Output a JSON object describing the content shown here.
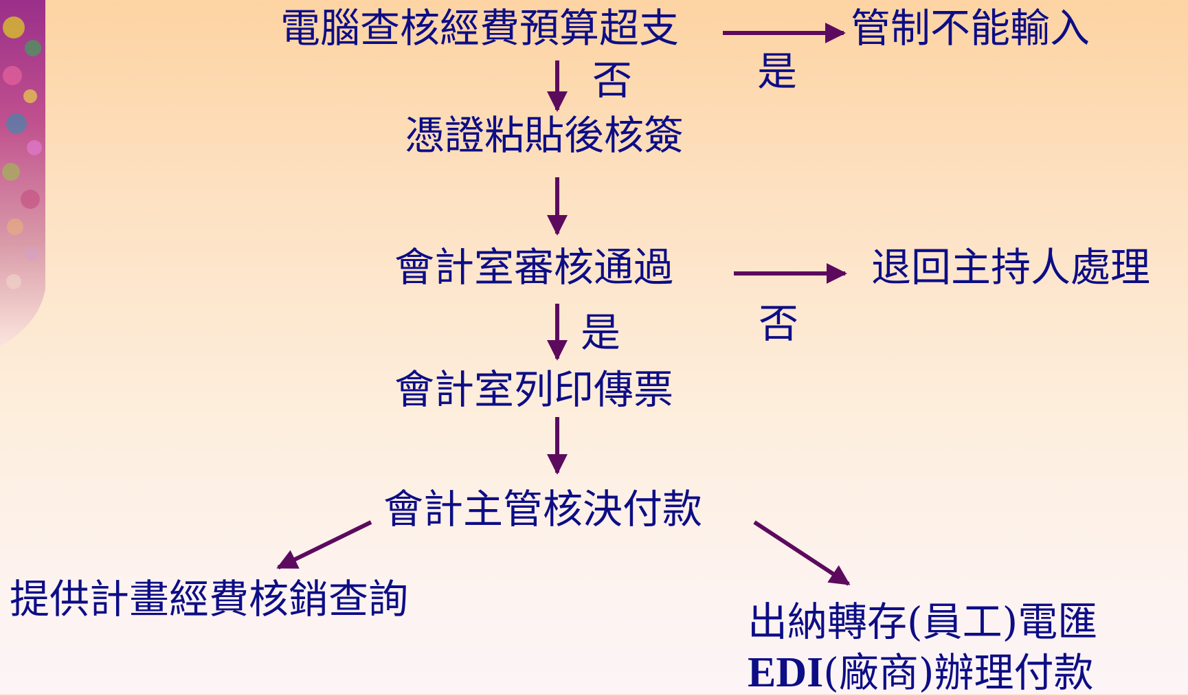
{
  "slide": {
    "accent_color": "#5c0a5e",
    "text_color": "#0d0d86",
    "background_top": "#fdd3a2",
    "background_bottom": "#fcf4f6",
    "decoration": "floral-collage-strip"
  },
  "nodes": {
    "budget_check": "電腦查核經費預算超支",
    "control_block": "管制不能輸入",
    "voucher_sign": "憑證粘貼後核簽",
    "accounting_review": "會計室審核通過",
    "return_host": "退回主持人處理",
    "print_ticket": "會計室列印傳票",
    "supervisor_approve": "會計主管核決付款",
    "query_service": "提供計畫經費核銷查詢",
    "cashier_line1": "出納轉存(員工)電匯",
    "cashier_line2_edi": "EDI",
    "cashier_line2_rest": "(廠商)辦理付款"
  },
  "labels": {
    "budget_yes": "是",
    "budget_no": "否",
    "review_yes": "是",
    "review_no": "否"
  }
}
